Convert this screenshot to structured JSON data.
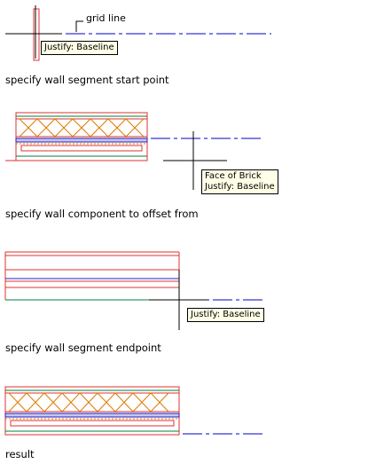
{
  "panels": [
    {
      "caption": "specify wall segment start point",
      "callout": "grid line",
      "tooltip": [
        "Justify: Baseline"
      ]
    },
    {
      "caption": "specify wall component to offset from",
      "tooltip": [
        "Face of Brick",
        "Justify: Baseline"
      ]
    },
    {
      "caption": "specify wall segment endpoint",
      "tooltip": [
        "Justify: Baseline"
      ]
    },
    {
      "caption": "result"
    }
  ],
  "colors": {
    "grid_line": "#0000cc",
    "wall_outline": "#e03030",
    "hatch": "#e07a00",
    "finish": "#008040",
    "baseline": "#2020c0",
    "cursor": "#000000",
    "tooltip_bg": "#ffffe8"
  }
}
